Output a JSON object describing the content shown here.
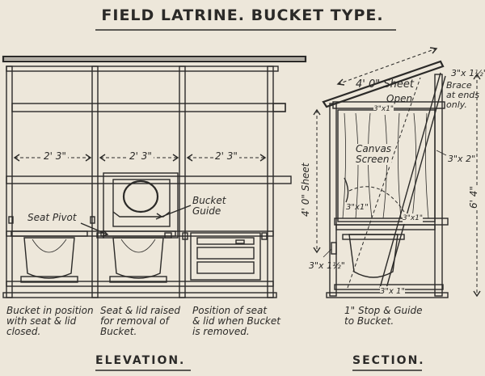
{
  "title": "FIELD LATRINE. BUCKET TYPE.",
  "elevation": {
    "caption": "ELEVATION.",
    "dims": [
      "2' 3\"",
      "2' 3\"",
      "2' 3\""
    ],
    "labels": {
      "bucket_guide": "Bucket\nGuide",
      "seat_pivot": "Seat Pivot"
    },
    "notes": [
      "Bucket in position\nwith seat & lid\nclosed.",
      "Seat & lid raised\nfor removal of\nBucket.",
      "Position of seat\n& lid when Bucket\nis removed."
    ]
  },
  "section": {
    "caption": "SECTION.",
    "labels": {
      "sheet_top": "4' 0\" Sheet",
      "open": "Open",
      "brace": "Brace\nat ends\nonly.",
      "size_3x1_5_top": "3\"x 1½\"",
      "size_3x1_upper": "3\"x1\"",
      "canvas": "Canvas\nScreen",
      "size_3x2": "3\"x 2\"",
      "sheet_side": "4' 0\" Sheet",
      "height": "6' 4\"",
      "size_3x1_mid": "3\"x1\"",
      "size_3x1_mid2": "3\"x1\"",
      "size_3x1_5_low": "3\"x 1½\"",
      "size_3x1_bottom": "3\"x 1\"",
      "stop_note": "1\" Stop & Guide\nto Bucket."
    }
  }
}
